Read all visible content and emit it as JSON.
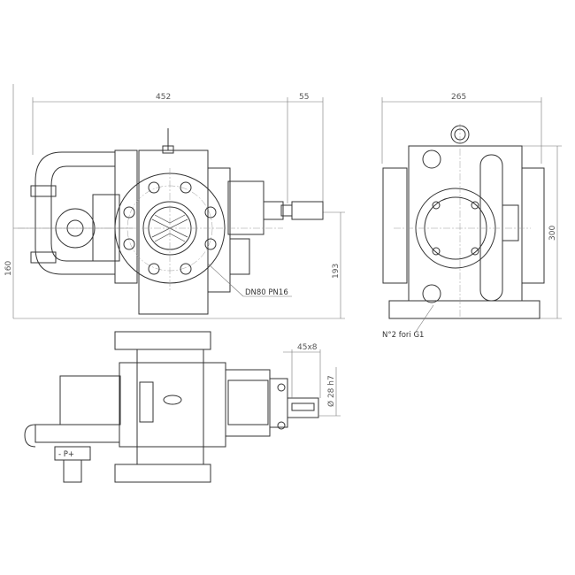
{
  "title": "Pump dimensional drawing",
  "dimensions": {
    "overall_length": "452",
    "shaft_extension": "55",
    "lower_height": "160",
    "shaft_height": "193",
    "side_width": "265",
    "side_height": "300",
    "key_size": "45x8",
    "shaft_diameter": "Ø 28 h7"
  },
  "callouts": {
    "flange": "DN80 PN16",
    "ports": "N°2 fori G1",
    "gauge": "- P+"
  }
}
